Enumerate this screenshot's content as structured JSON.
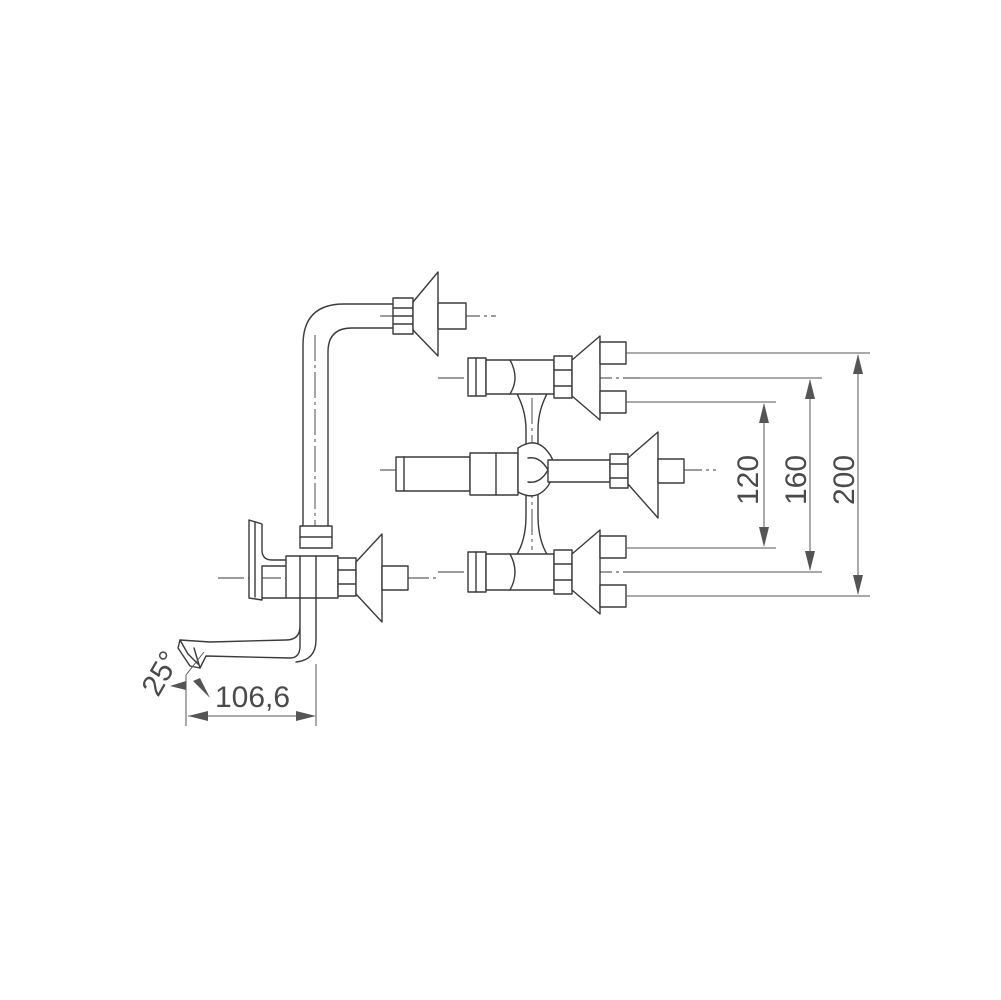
{
  "dimensions": {
    "inlet_spacing_inner": "120",
    "inlet_spacing_middle": "160",
    "inlet_spacing_outer": "200",
    "spout_projection": "106,6",
    "spout_angle": "25°"
  },
  "colors": {
    "line": "#3a3a3a",
    "dimension": "#555555",
    "background": "#ffffff"
  }
}
